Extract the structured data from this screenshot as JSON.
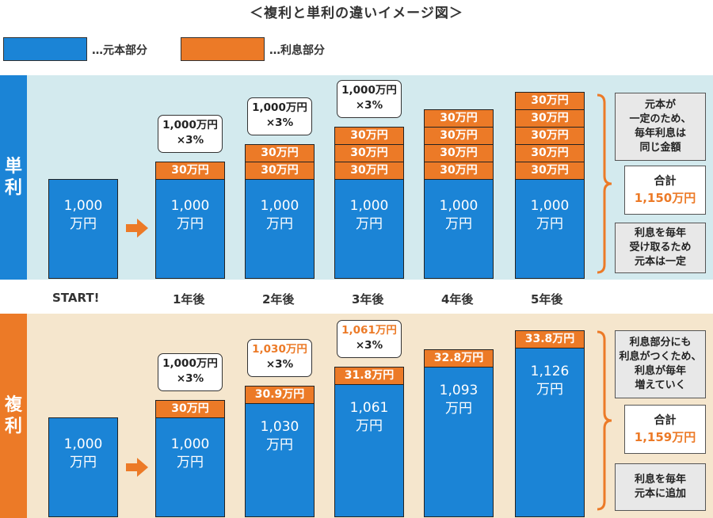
{
  "title": "＜複利と単利の違いイメージ図＞",
  "legend": {
    "principal_label": "…元本部分",
    "interest_label": "…利息部分",
    "principal_color": "#1b84d6",
    "interest_color": "#ec7a27"
  },
  "simple": {
    "band_label": [
      "単",
      "利"
    ],
    "band_color": "#d3eaee",
    "label_color": "#1b84d6",
    "start_bar": [
      "1,000",
      "万円"
    ],
    "bars": [
      {
        "principal": [
          "1,000",
          "万円"
        ],
        "interest": [
          "30万円"
        ],
        "bubble": [
          "1,000万円",
          "×3%"
        ]
      },
      {
        "principal": [
          "1,000",
          "万円"
        ],
        "interest": [
          "30万円",
          "30万円"
        ],
        "bubble": [
          "1,000万円",
          "×3%"
        ]
      },
      {
        "principal": [
          "1,000",
          "万円"
        ],
        "interest": [
          "30万円",
          "30万円",
          "30万円"
        ],
        "bubble": [
          "1,000万円",
          "×3%"
        ]
      },
      {
        "principal": [
          "1,000",
          "万円"
        ],
        "interest": [
          "30万円",
          "30万円",
          "30万円",
          "30万円"
        ]
      },
      {
        "principal": [
          "1,000",
          "万円"
        ],
        "interest": [
          "30万円",
          "30万円",
          "30万円",
          "30万円",
          "30万円"
        ]
      }
    ],
    "notes": {
      "top": [
        "元本が",
        "一定のため、",
        "毎年利息は",
        "同じ金額"
      ],
      "total_label": "合計",
      "total_value": "1,150万円",
      "bottom": [
        "利息を毎年",
        "受け取るため",
        "元本は一定"
      ]
    }
  },
  "x_labels": [
    "START!",
    "1年後",
    "2年後",
    "3年後",
    "4年後",
    "5年後"
  ],
  "compound": {
    "band_label": [
      "複",
      "利"
    ],
    "band_color": "#f5e6cd",
    "label_color": "#ec7a27",
    "start_bar": [
      "1,000",
      "万円"
    ],
    "bars": [
      {
        "principal": [
          "1,000",
          "万円"
        ],
        "interest": "30万円",
        "bubble": [
          "1,000万円",
          "×3%"
        ],
        "bubble_orange_first": false
      },
      {
        "principal": [
          "1,030",
          "万円"
        ],
        "interest": "30.9万円",
        "bubble": [
          "1,030万円",
          "×3%"
        ],
        "bubble_orange_first": true
      },
      {
        "principal": [
          "1,061",
          "万円"
        ],
        "interest": "31.8万円",
        "bubble": [
          "1,061万円",
          "×3%"
        ],
        "bubble_orange_first": true
      },
      {
        "principal": [
          "1,093",
          "万円"
        ],
        "interest": "32.8万円"
      },
      {
        "principal": [
          "1,126",
          "万円"
        ],
        "interest": "33.8万円"
      }
    ],
    "notes": {
      "top": [
        "利息部分にも",
        "利息がつくため、",
        "利息が毎年",
        "増えていく"
      ],
      "total_label": "合計",
      "total_value": "1,159万円",
      "bottom": [
        "利息を毎年",
        "元本に追加"
      ]
    }
  }
}
